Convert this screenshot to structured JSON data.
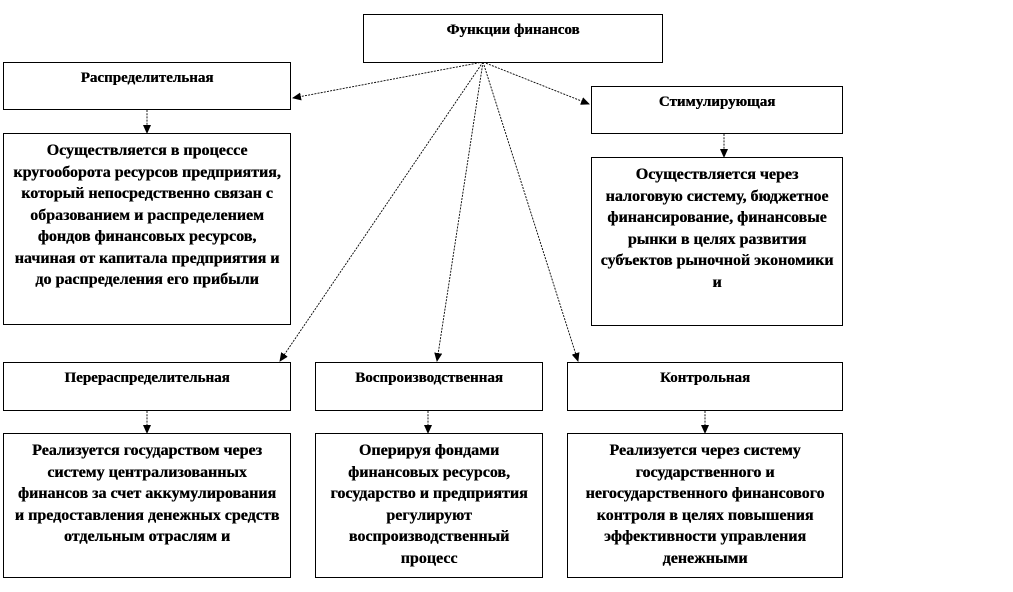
{
  "root": {
    "title": "Функции финансов"
  },
  "functions": [
    {
      "id": "distribution",
      "title": "Распределительная",
      "description": "Осуществляется в процессе кругооборота ресурсов предприятия, который непосредственно связан с образованием и распределением фондов финансовых ресурсов, начиная от капитала предприятия и до распределения его прибыли"
    },
    {
      "id": "stimulating",
      "title": "Стимулирующая",
      "description": "Осуществляется через налоговую систему, бюджетное финансирование, финансовые рынки в целях развития субъектов рыночной экономики и"
    },
    {
      "id": "redistribution",
      "title": "Перераспределительная",
      "description": "Реализуется государством через систему централизованных финансов за счет аккумулирования и предоставления денежных средств отдельным отраслям и"
    },
    {
      "id": "reproduction",
      "title": "Воспроизводственная",
      "description": "Оперируя фондами финансовых ресурсов, государство и предприятия регулируют воспроизводственный процесс"
    },
    {
      "id": "control",
      "title": "Контрольная",
      "description": "Реализуется через систему государственного и негосударственного финансового контроля в целях повышения эффективности управления денежными"
    }
  ]
}
